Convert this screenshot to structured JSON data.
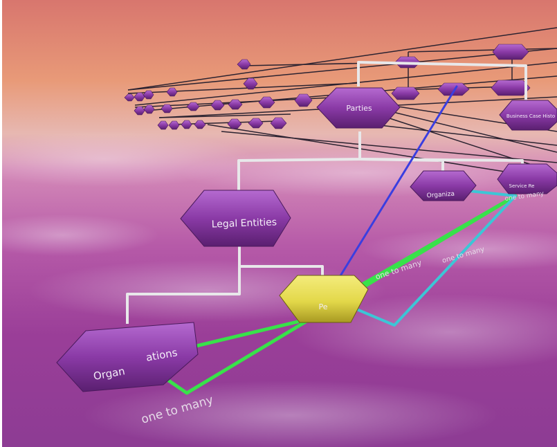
{
  "nodes": {
    "parties": "Parties",
    "business_case_history": "Business Case Histo",
    "legal_entities": "Legal Entities",
    "organization_units": "Organiza",
    "service_relationships": "Service Re",
    "persons": "Pe",
    "organizations_left": "Organ",
    "organizations_right": "ations"
  },
  "relationships": {
    "persons_to_org_units": "one to many",
    "persons_to_service_rel": "one to many",
    "service_rel_label": "one to many",
    "organizations_to_service_rel": "one to many"
  },
  "colors": {
    "node_purple": "#8a3aa6",
    "node_highlight": "#e3d84a",
    "connector_white": "#e8e8ea",
    "tree_dark": "#2a2230",
    "rel_blue": "#3a3ee0",
    "rel_green": "#38e24a",
    "rel_cyan": "#3cc6d6"
  }
}
